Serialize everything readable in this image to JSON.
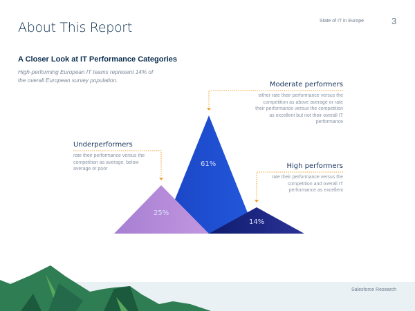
{
  "header": {
    "title": "About This Report",
    "report_name": "State of IT in Europe",
    "page_number": "3"
  },
  "section": {
    "heading": "A Closer Look at IT Performance Categories",
    "intro": "High-performing European IT teams represent 14% of the overall European survey population."
  },
  "categories": [
    {
      "label": "Underperformers",
      "description": "rate their performance versus the competition as average, below average or poor",
      "percent": "25%",
      "value": 25,
      "color": "#b085d6"
    },
    {
      "label": "Moderate performers",
      "description": "either rate their performance versus the competition as above average or rate their performance versus the competition as excellent but not their overall IT performance",
      "percent": "61%",
      "value": 61,
      "color": "#1f4fd0"
    },
    {
      "label": "High performers",
      "description": "rate their performance versus the competition and overall IT performance as excellent",
      "percent": "14%",
      "value": 14,
      "color": "#1a237e"
    }
  ],
  "accent": "#f0a030",
  "footer": {
    "brand": "Salesforce Research"
  }
}
